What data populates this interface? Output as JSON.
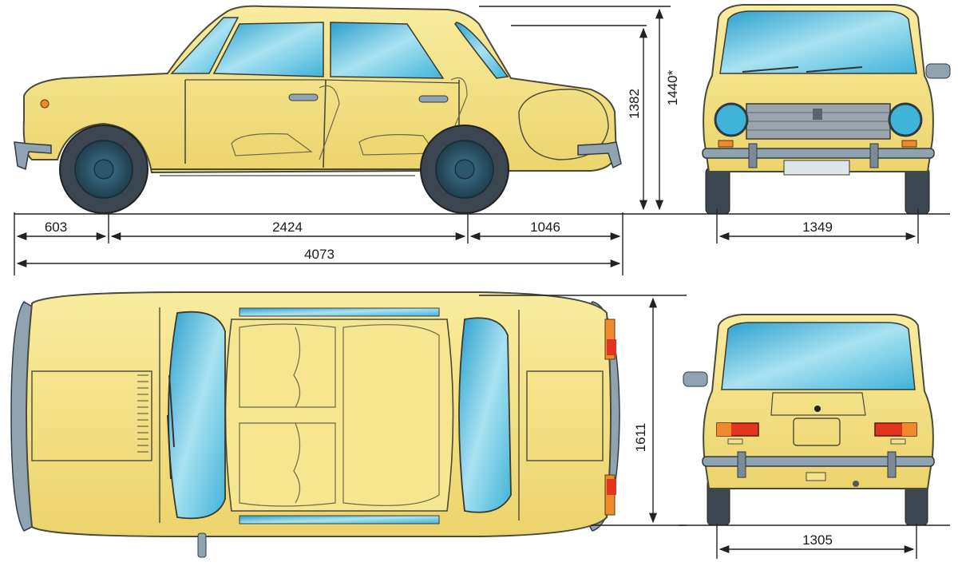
{
  "colors": {
    "body": "#f4e28a",
    "body_shade": "#e6cd62",
    "outline": "#4a4a3a",
    "glass": "#3fb3d8",
    "glass_light": "#a9e2f2",
    "wheel": "#31596d",
    "tyre": "#3c4650",
    "chrome": "#7c8a96",
    "lamp_red": "#e2341f",
    "lamp_orange": "#f08a2c",
    "dimension_line": "#222222"
  },
  "dimensions": {
    "front_overhang": "603",
    "wheelbase": "2424",
    "rear_overhang": "1046",
    "overall_length": "4073",
    "height_body": "1382",
    "height_total": "1440*",
    "front_track": "1349",
    "rear_track": "1305",
    "width": "1611"
  }
}
